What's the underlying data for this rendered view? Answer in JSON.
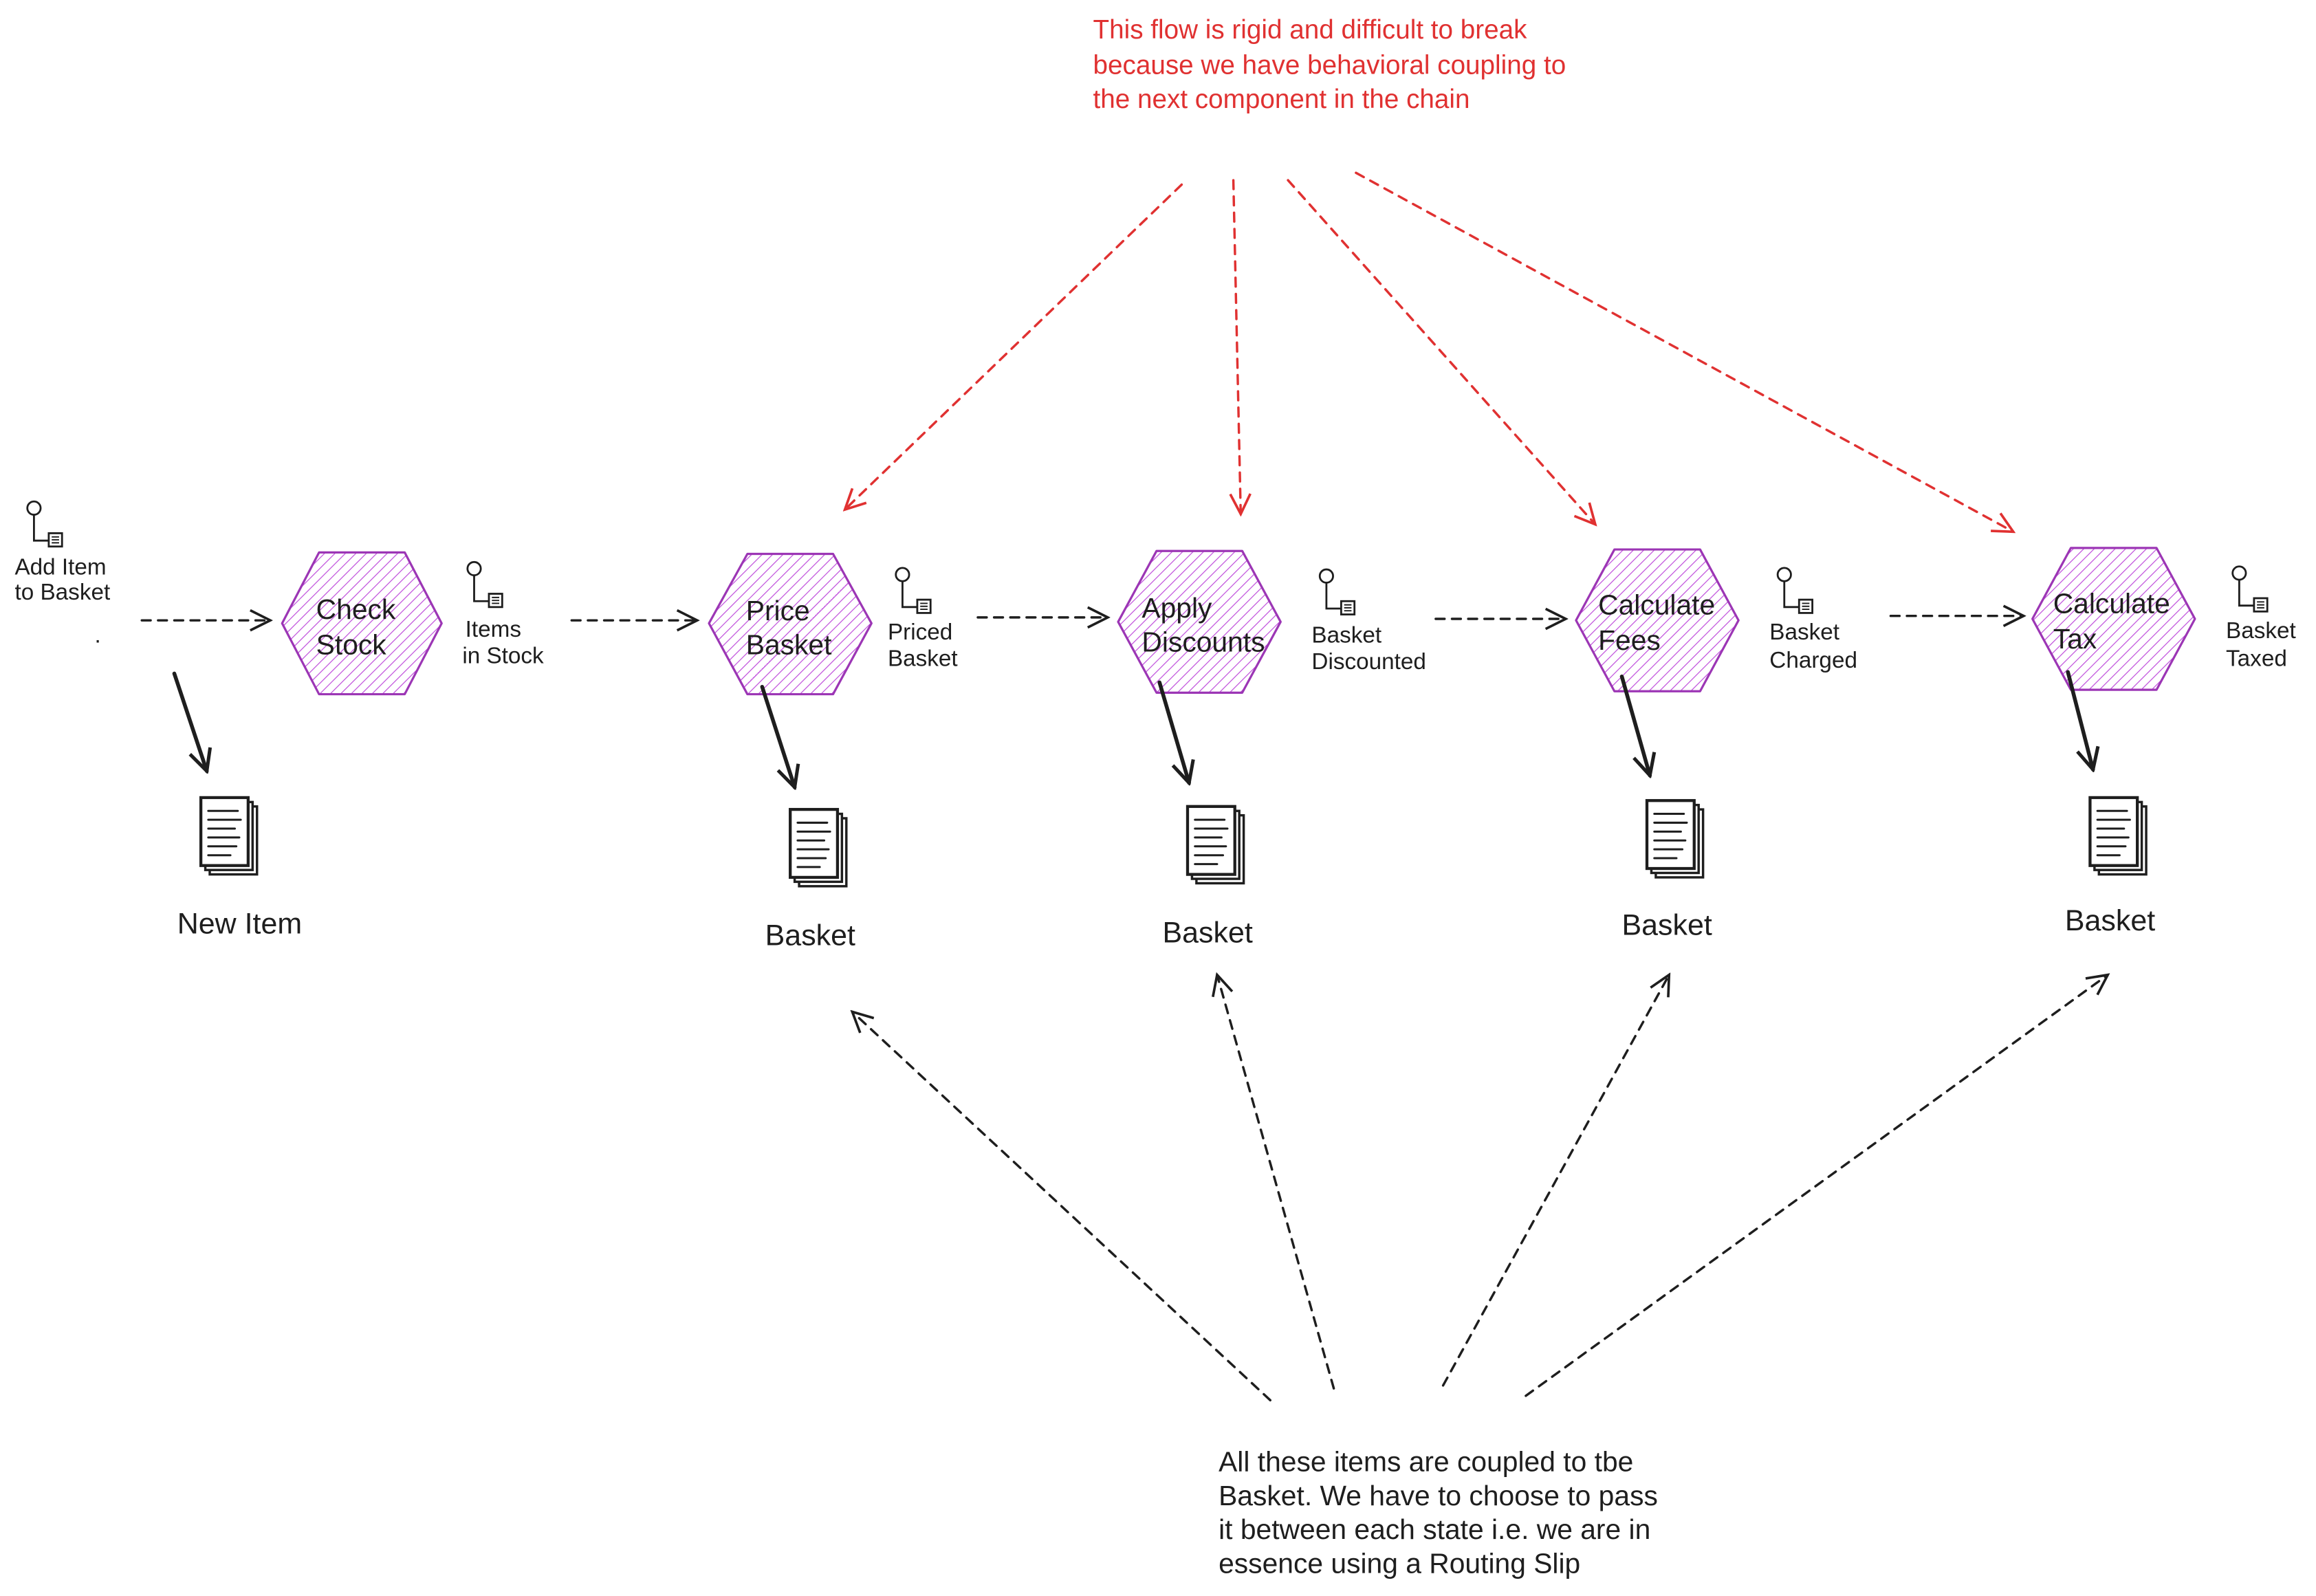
{
  "colors": {
    "background": "#ffffff",
    "ink": "#1e1e1e",
    "annotation_red": "#e03131",
    "hexagon_stroke": "#9c36b5",
    "hexagon_hatch": "#be4bdb"
  },
  "icons": {
    "event": "event-icon",
    "document": "document-icon",
    "step": "hexagon"
  },
  "top_annotation": [
    "This flow is rigid and difficult to break",
    "because we have behavioral coupling to",
    "the next component in the chain"
  ],
  "trigger": {
    "event": [
      "Add Item",
      "to Basket"
    ],
    "dot": ".",
    "document_label": "New Item"
  },
  "steps": [
    {
      "label": [
        "Check",
        "Stock"
      ],
      "event": [
        "Items",
        "in Stock"
      ]
    },
    {
      "label": [
        "Price",
        "Basket"
      ],
      "event": [
        "Priced",
        "Basket"
      ],
      "document_label": "Basket"
    },
    {
      "label": [
        "Apply",
        "Discounts"
      ],
      "event": [
        "Basket",
        "Discounted"
      ],
      "document_label": "Basket"
    },
    {
      "label": [
        "Calculate",
        "Fees"
      ],
      "event": [
        "Basket",
        "Charged"
      ],
      "document_label": "Basket"
    },
    {
      "label": [
        "Calculate",
        "Tax"
      ],
      "event": [
        "Basket",
        "Taxed"
      ],
      "document_label": "Basket"
    }
  ],
  "bottom_annotation": [
    "All these items are coupled to tbe",
    "Basket. We have to choose to pass",
    "it between each state i.e. we are in",
    "essence using a Routing Slip"
  ]
}
